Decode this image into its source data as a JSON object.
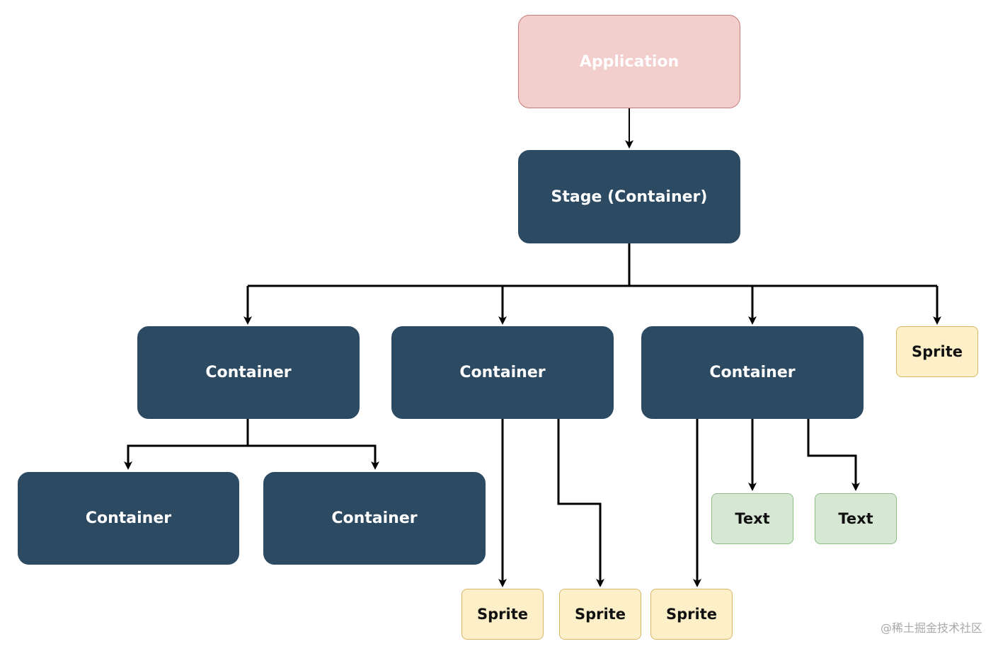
{
  "nodes": {
    "application": "Application",
    "stage": "Stage (Container)",
    "container_1": "Container",
    "container_2": "Container",
    "container_3": "Container",
    "sprite_top_right": "Sprite",
    "container_1_1": "Container",
    "container_1_2": "Container",
    "sprite_c2_a": "Sprite",
    "sprite_c2_b": "Sprite",
    "sprite_c3": "Sprite",
    "text_c3_a": "Text",
    "text_c3_b": "Text"
  },
  "watermark": "@稀土掘金技术社区",
  "colors": {
    "application_fill": "#f2cfcd",
    "application_border": "#c77b78",
    "container_fill": "#2d4a63",
    "sprite_fill": "#fdf0c9",
    "sprite_border": "#d9b769",
    "text_fill": "#d6e8d3",
    "text_border": "#8cbd83",
    "connector": "#000000"
  }
}
